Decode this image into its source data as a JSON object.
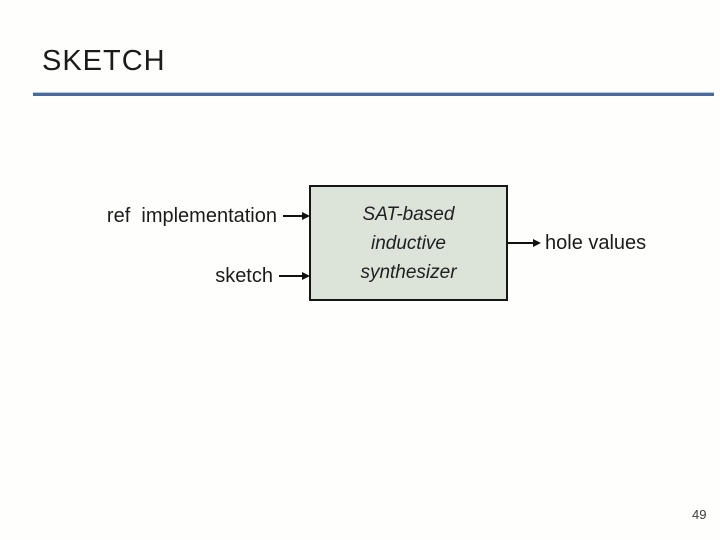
{
  "slide": {
    "title": "SKETCH",
    "page_number": "49",
    "background_color": "#fefefc",
    "text_color": "#1b1b1b",
    "accent_line_color": "#4a6a9b"
  },
  "diagram": {
    "inputs": [
      {
        "label": "ref  implementation"
      },
      {
        "label": "sketch"
      }
    ],
    "box": {
      "lines": [
        "SAT-based",
        "inductive",
        "synthesizer"
      ],
      "fill_color": "#dce4da",
      "border_color": "#161616"
    },
    "output": {
      "label": "hole values"
    }
  }
}
